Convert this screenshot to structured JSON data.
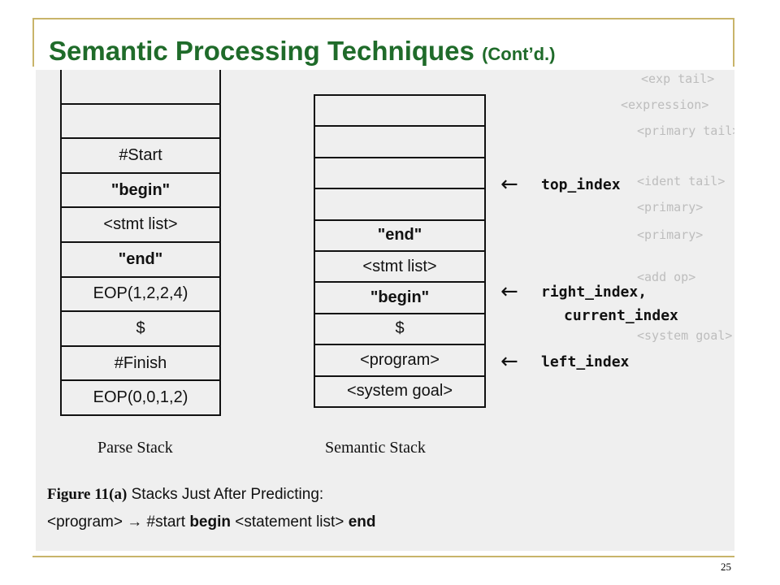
{
  "slide": {
    "title_main": "Semantic Processing Techniques",
    "title_sub": "(Cont’d.)",
    "page_number": "25"
  },
  "background_text": [
    "<exp tail>",
    "<expression>",
    "<primary tail>",
    "<ident tail>",
    "<primary>",
    "<primary>",
    "<add op>",
    "<system goal>"
  ],
  "parse_stack": {
    "caption": "Parse Stack",
    "cells": [
      "",
      "",
      "#Start",
      "\"begin\"",
      "<stmt list>",
      "\"end\"",
      "EOP(1,2,2,4)",
      "$",
      "#Finish",
      "EOP(0,0,1,2)"
    ],
    "bold_indices": [
      3,
      5
    ]
  },
  "semantic_stack": {
    "caption": "Semantic Stack",
    "cells": [
      "",
      "",
      "",
      "",
      "\"end\"",
      "<stmt list>",
      "\"begin\"",
      "$",
      "<program>",
      "<system goal>"
    ],
    "bold_indices": [
      4,
      6
    ]
  },
  "pointers": {
    "top": "top_index",
    "right": "right_index,",
    "current": "current_index",
    "left": "left_index",
    "arrow_glyph": "←"
  },
  "figure_caption": {
    "label": "Figure 11(a)",
    "text": "Stacks Just After Predicting:",
    "production_lhs": "<program>",
    "production_arrow": "→",
    "production_start": "#start",
    "production_begin": "begin",
    "production_list": "<statement list>",
    "production_end": "end"
  },
  "colors": {
    "title": "#1f6b2a",
    "frame": "#c8b46a",
    "scan_bg": "#efefef",
    "ink": "#111111"
  }
}
